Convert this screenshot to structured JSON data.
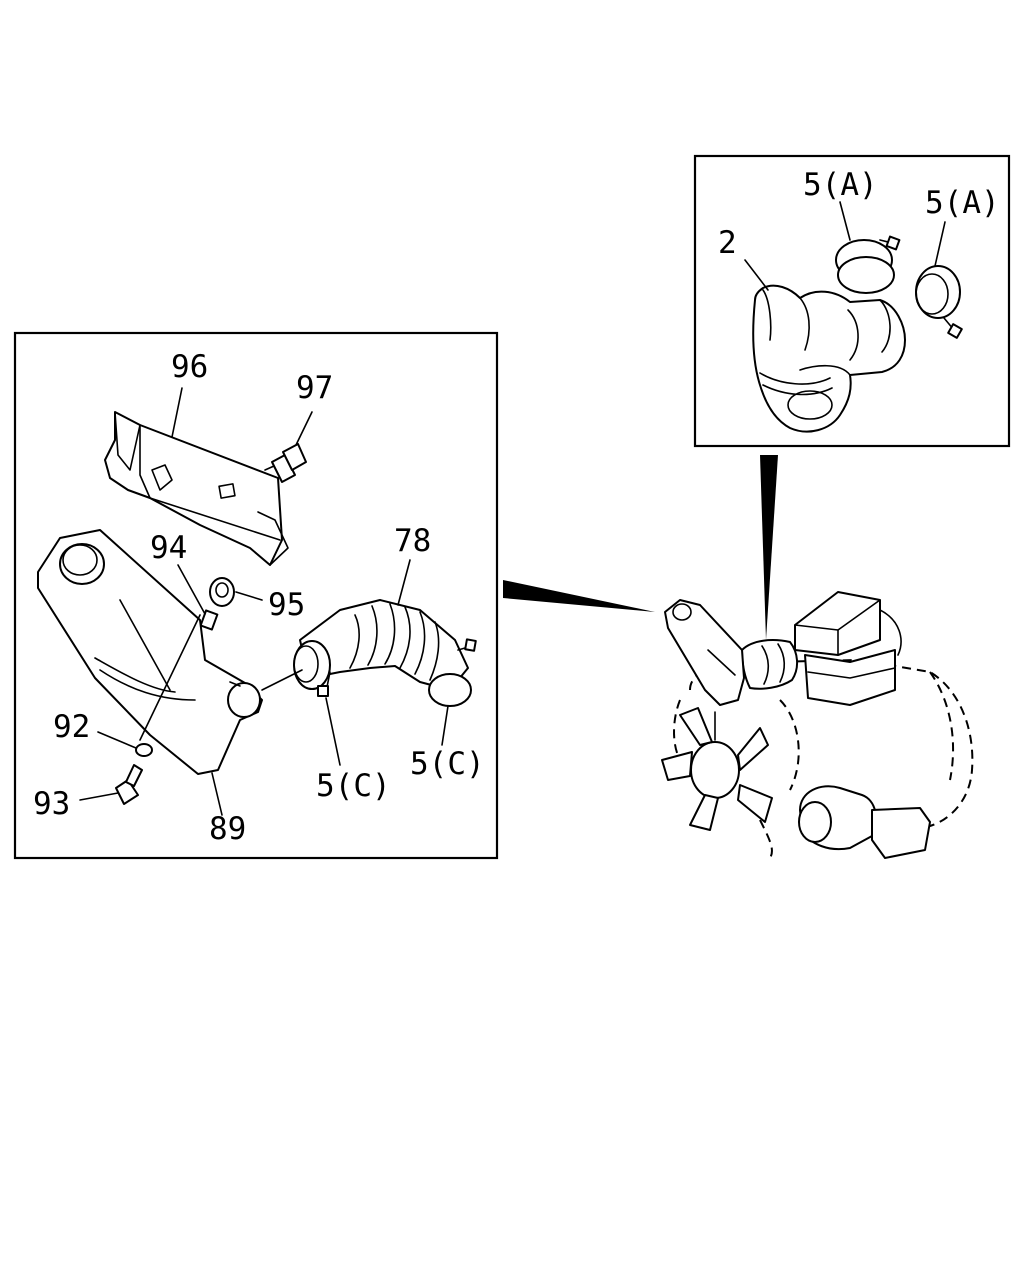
{
  "labels": {
    "detail_top": {
      "hose": "2",
      "clamp_a1": "5(A)",
      "clamp_a2": "5(A)"
    },
    "detail_left": {
      "bracket": "96",
      "bolt_97": "97",
      "collar_94": "94",
      "rubber_95": "95",
      "hose_78": "78",
      "washer_92": "92",
      "bolt_93": "93",
      "resonator": "89",
      "clamp_c1": "5(C)",
      "clamp_c2": "5(C)"
    }
  }
}
